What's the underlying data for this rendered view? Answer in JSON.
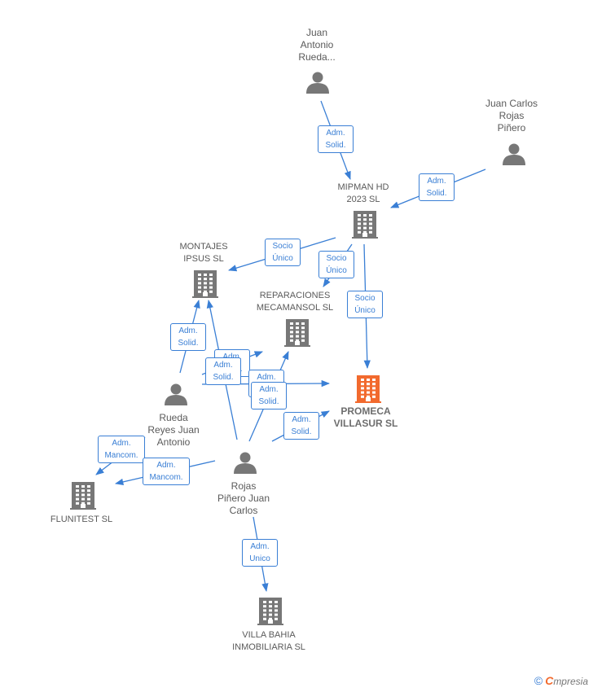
{
  "colors": {
    "edge": "#3a7fd5",
    "node": "#777777",
    "highlight": "#f26a2e"
  },
  "nodes": [
    {
      "id": "juan_antonio",
      "kind": "person",
      "label": "Juan\nAntonio\nRueda..."
    },
    {
      "id": "juan_carlos",
      "kind": "person",
      "label": "Juan Carlos\nRojas\nPiñero"
    },
    {
      "id": "mipman",
      "kind": "company",
      "label": "MIPMAN HD\n2023  SL"
    },
    {
      "id": "montajes",
      "kind": "company",
      "label": "MONTAJES\nIPSUS SL"
    },
    {
      "id": "reparaciones",
      "kind": "company",
      "label": "REPARACIONES\nMECAMANSOL SL"
    },
    {
      "id": "promeca",
      "kind": "company",
      "label": "PROMECA\nVILLASUR  SL",
      "main": true
    },
    {
      "id": "rueda",
      "kind": "person",
      "label": "Rueda\nReyes Juan\nAntonio"
    },
    {
      "id": "rojas",
      "kind": "person",
      "label": "Rojas\nPiñero Juan\nCarlos"
    },
    {
      "id": "flunitest",
      "kind": "company",
      "label": "FLUNITEST  SL"
    },
    {
      "id": "villabahia",
      "kind": "company",
      "label": "VILLA BAHIA\nINMOBILIARIA SL"
    }
  ],
  "edges": [
    {
      "from": "juan_antonio",
      "to": "mipman",
      "label": "Adm.\nSolid."
    },
    {
      "from": "juan_carlos",
      "to": "mipman",
      "label": "Adm.\nSolid."
    },
    {
      "from": "mipman",
      "to": "montajes",
      "label": "Socio\nÚnico"
    },
    {
      "from": "mipman",
      "to": "reparaciones",
      "label": "Socio\nÚnico"
    },
    {
      "from": "mipman",
      "to": "promeca",
      "label": "Socio\nÚnico"
    },
    {
      "from": "rueda",
      "to": "montajes",
      "label": "Adm.\nSolid."
    },
    {
      "from": "rueda",
      "to": "reparaciones",
      "label": "Adm.\nSolid."
    },
    {
      "from": "rueda",
      "to": "promeca",
      "label": "Adm.\nSolid."
    },
    {
      "from": "rojas",
      "to": "montajes",
      "label": "Adm.\nSolid."
    },
    {
      "from": "rojas",
      "to": "reparaciones",
      "label": "Adm.\nSolid."
    },
    {
      "from": "rojas",
      "to": "promeca",
      "label": "Adm.\nSolid."
    },
    {
      "from": "rueda",
      "to": "flunitest",
      "label": "Adm.\nMancom."
    },
    {
      "from": "rojas",
      "to": "flunitest",
      "label": "Adm.\nMancom."
    },
    {
      "from": "rojas",
      "to": "villabahia",
      "label": "Adm.\nUnico"
    }
  ],
  "brand": {
    "copyright": "©",
    "initial": "C",
    "name": "mpresia"
  }
}
